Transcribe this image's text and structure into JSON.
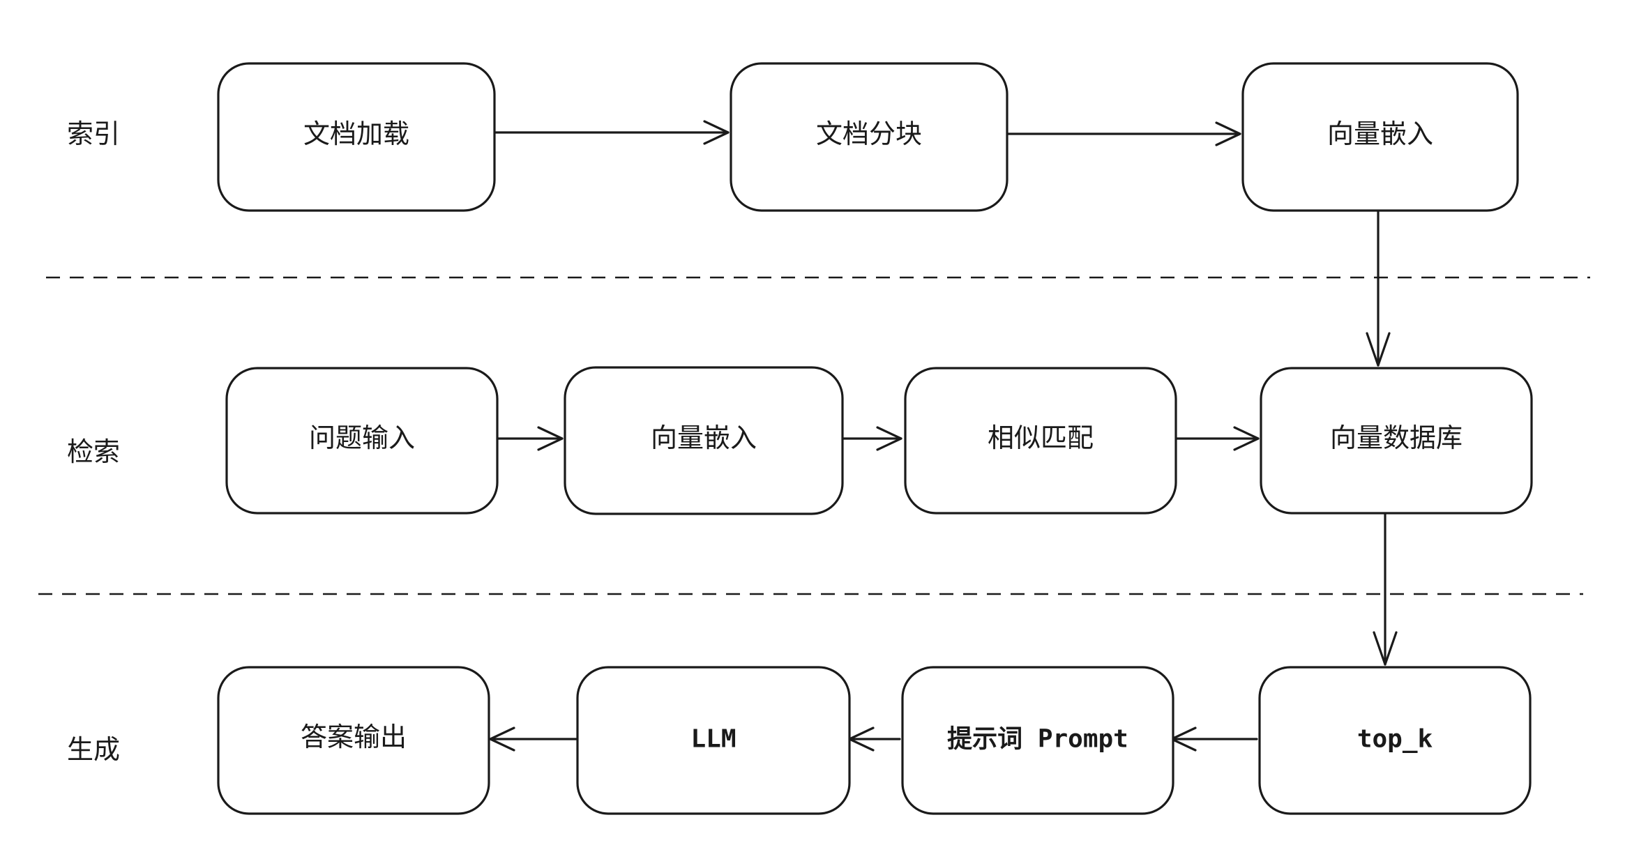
{
  "stages": [
    {
      "id": "index",
      "label": "索引"
    },
    {
      "id": "retrieve",
      "label": "检索"
    },
    {
      "id": "generate",
      "label": "生成"
    }
  ],
  "nodes": [
    {
      "id": "doc-load",
      "label": "文档加载",
      "mono": false
    },
    {
      "id": "doc-chunk",
      "label": "文档分块",
      "mono": false
    },
    {
      "id": "vec-embed-1",
      "label": "向量嵌入",
      "mono": false
    },
    {
      "id": "question-input",
      "label": "问题输入",
      "mono": false
    },
    {
      "id": "vec-embed-2",
      "label": "向量嵌入",
      "mono": false
    },
    {
      "id": "similarity-match",
      "label": "相似匹配",
      "mono": false
    },
    {
      "id": "vector-db",
      "label": "向量数据库",
      "mono": false
    },
    {
      "id": "answer-output",
      "label": "答案输出",
      "mono": false
    },
    {
      "id": "llm",
      "label": "LLM",
      "mono": true
    },
    {
      "id": "prompt",
      "label": "提示词 Prompt",
      "mono": true
    },
    {
      "id": "top-k",
      "label": "top_k",
      "mono": true
    }
  ],
  "edges": [
    {
      "from": "doc-load",
      "to": "doc-chunk"
    },
    {
      "from": "doc-chunk",
      "to": "vec-embed-1"
    },
    {
      "from": "vec-embed-1",
      "to": "vector-db"
    },
    {
      "from": "question-input",
      "to": "vec-embed-2"
    },
    {
      "from": "vec-embed-2",
      "to": "similarity-match"
    },
    {
      "from": "similarity-match",
      "to": "vector-db"
    },
    {
      "from": "vector-db",
      "to": "top-k"
    },
    {
      "from": "top-k",
      "to": "prompt"
    },
    {
      "from": "prompt",
      "to": "llm"
    },
    {
      "from": "llm",
      "to": "answer-output"
    }
  ]
}
